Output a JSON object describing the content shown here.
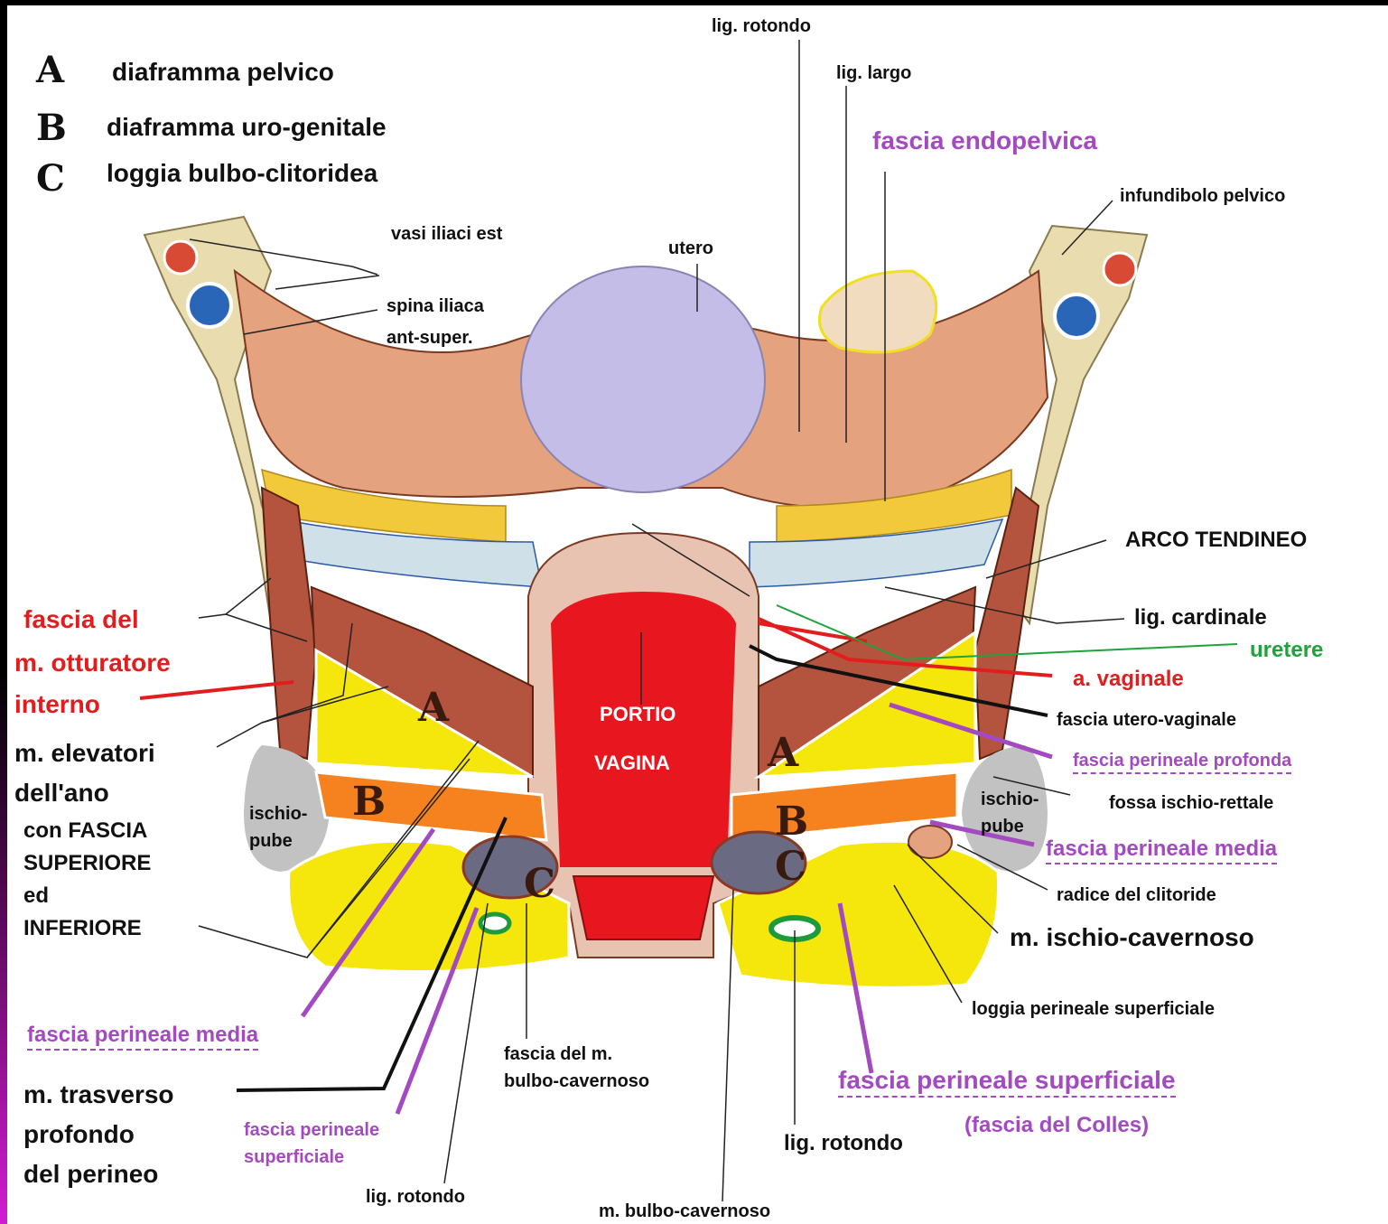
{
  "legend": [
    {
      "letter": "A",
      "text": "diaframma pelvico"
    },
    {
      "letter": "B",
      "text": "diaframma uro-genitale"
    },
    {
      "letter": "C",
      "text": "loggia bulbo-clitoridea"
    }
  ],
  "regions": {
    "A": "A",
    "B": "B",
    "C": "C"
  },
  "portio": {
    "line1": "PORTIO",
    "line2": "VAGINA"
  },
  "labels": {
    "lig_rotondo_top": "lig. rotondo",
    "lig_largo": "lig. largo",
    "fascia_endopelvica": "fascia endopelvica",
    "infundibolo": "infundibolo pelvico",
    "vasi_iliaci": "vasi iliaci est",
    "utero": "utero",
    "spina_1": "spina iliaca",
    "spina_2": "ant-super.",
    "arco": "ARCO TENDINEO",
    "lig_cardinale": "lig. cardinale",
    "uretere": "uretere",
    "a_vaginale": "a. vaginale",
    "fascia_utero": "fascia utero-vaginale",
    "fpp": "fascia perineale profonda",
    "fossa": "fossa ischio-rettale",
    "ischio_r1": "ischio-",
    "ischio_r2": "pube",
    "fpm_right": "fascia perineale media",
    "radice": "radice del clitoride",
    "ischio_cav": "m. ischio-cavernoso",
    "loggia_sup": "loggia perineale superficiale",
    "fps_right": "fascia perineale superficiale",
    "colles": "(fascia del Colles)",
    "lig_rotondo_br": "lig. rotondo",
    "bulbo_cav": "m. bulbo-cavernoso",
    "fascia_bulbo1": "fascia del m.",
    "fascia_bulbo2": "bulbo-cavernoso",
    "lig_rotondo_bl": "lig. rotondo",
    "fps_left1": "fascia perineale",
    "fps_left2": "superficiale",
    "trasv1": "m. trasverso",
    "trasv2": "profondo",
    "trasv3": "del perineo",
    "fpm_left": "fascia perineale media",
    "fascia_del": "fascia del",
    "otturatore": "m. otturatore",
    "interno": "interno",
    "elevatori1": "m. elevatori",
    "elevatori2": "dell'ano",
    "con1": "con FASCIA",
    "con2": "SUPERIORE",
    "con3": "ed",
    "con4": "INFERIORE",
    "ischio_l1": "ischio-",
    "ischio_l2": "pube"
  },
  "colors": {
    "muscle": "#b5543e",
    "fat_yellow": "#f5e60c",
    "diaphragm_orange": "#f6821f",
    "portio_red": "#e8171f",
    "uterus_lilac": "#c4bde8",
    "bone": "#e9ddb0",
    "red_text": "#e11d1d",
    "purple_text": "#a44ac0",
    "green_text": "#1fa33a"
  }
}
